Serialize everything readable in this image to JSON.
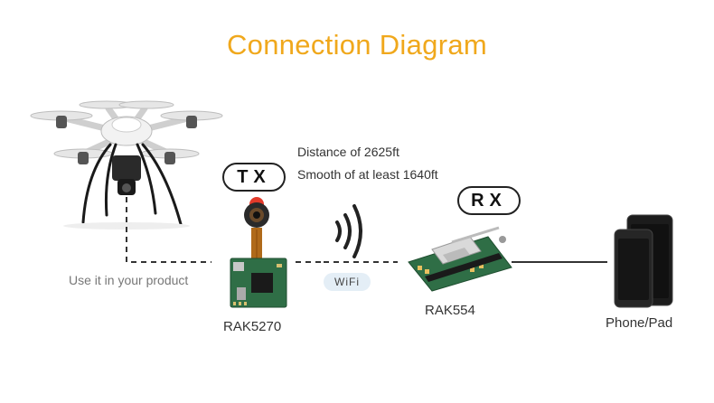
{
  "title": "Connection Diagram",
  "info": {
    "distance": "Distance of 2625ft",
    "smooth": "Smooth of at least 1640ft"
  },
  "tx_label": "TX",
  "rx_label": "RX",
  "tx_board": "RAK5270",
  "rx_board": "RAK554",
  "device": "Phone/Pad",
  "note": "Use it in your product",
  "link": "WiFi",
  "colors": {
    "title": "#f0a81c",
    "line": "#333333",
    "wifi_pill": "#e4eef6"
  }
}
